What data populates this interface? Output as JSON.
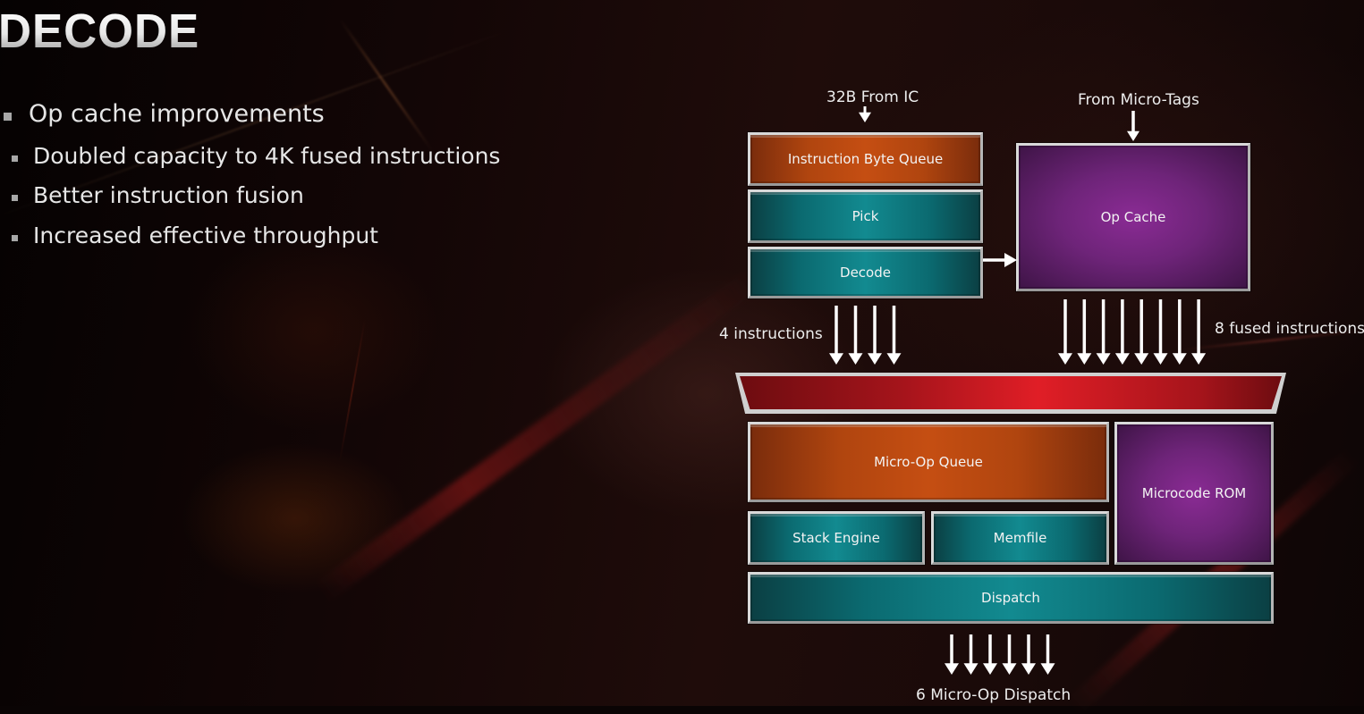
{
  "slide": {
    "title": "DECODE",
    "bullets": [
      {
        "level": 1,
        "text": "Op cache improvements"
      },
      {
        "level": 2,
        "text": "Doubled capacity to 4K fused instructions"
      },
      {
        "level": 2,
        "text": "Better instruction fusion"
      },
      {
        "level": 2,
        "text": "Increased effective throughput"
      }
    ]
  },
  "diagram": {
    "inputs": {
      "ic_label": "32B From IC",
      "micro_tags_label": "From Micro-Tags"
    },
    "blocks": {
      "instruction_byte_queue": "Instruction Byte Queue",
      "pick": "Pick",
      "decode": "Decode",
      "op_cache": "Op Cache",
      "micro_op_queue": "Micro-Op Queue",
      "microcode_rom": "Microcode ROM",
      "stack_engine": "Stack Engine",
      "memfile": "Memfile",
      "dispatch": "Dispatch"
    },
    "flows": {
      "decode_width_label": "4 instructions",
      "decode_width": 4,
      "op_cache_width_label": "8 fused instructions",
      "op_cache_width": 8,
      "dispatch_width_label": "6 Micro-Op Dispatch",
      "dispatch_width": 6
    },
    "colors": {
      "queue_orange": "#c54e12",
      "pipeline_teal": "#128a90",
      "cache_purple": "#8a2b94",
      "mux_red": "#e01e26",
      "border_silver": "#d9d9d9"
    }
  }
}
